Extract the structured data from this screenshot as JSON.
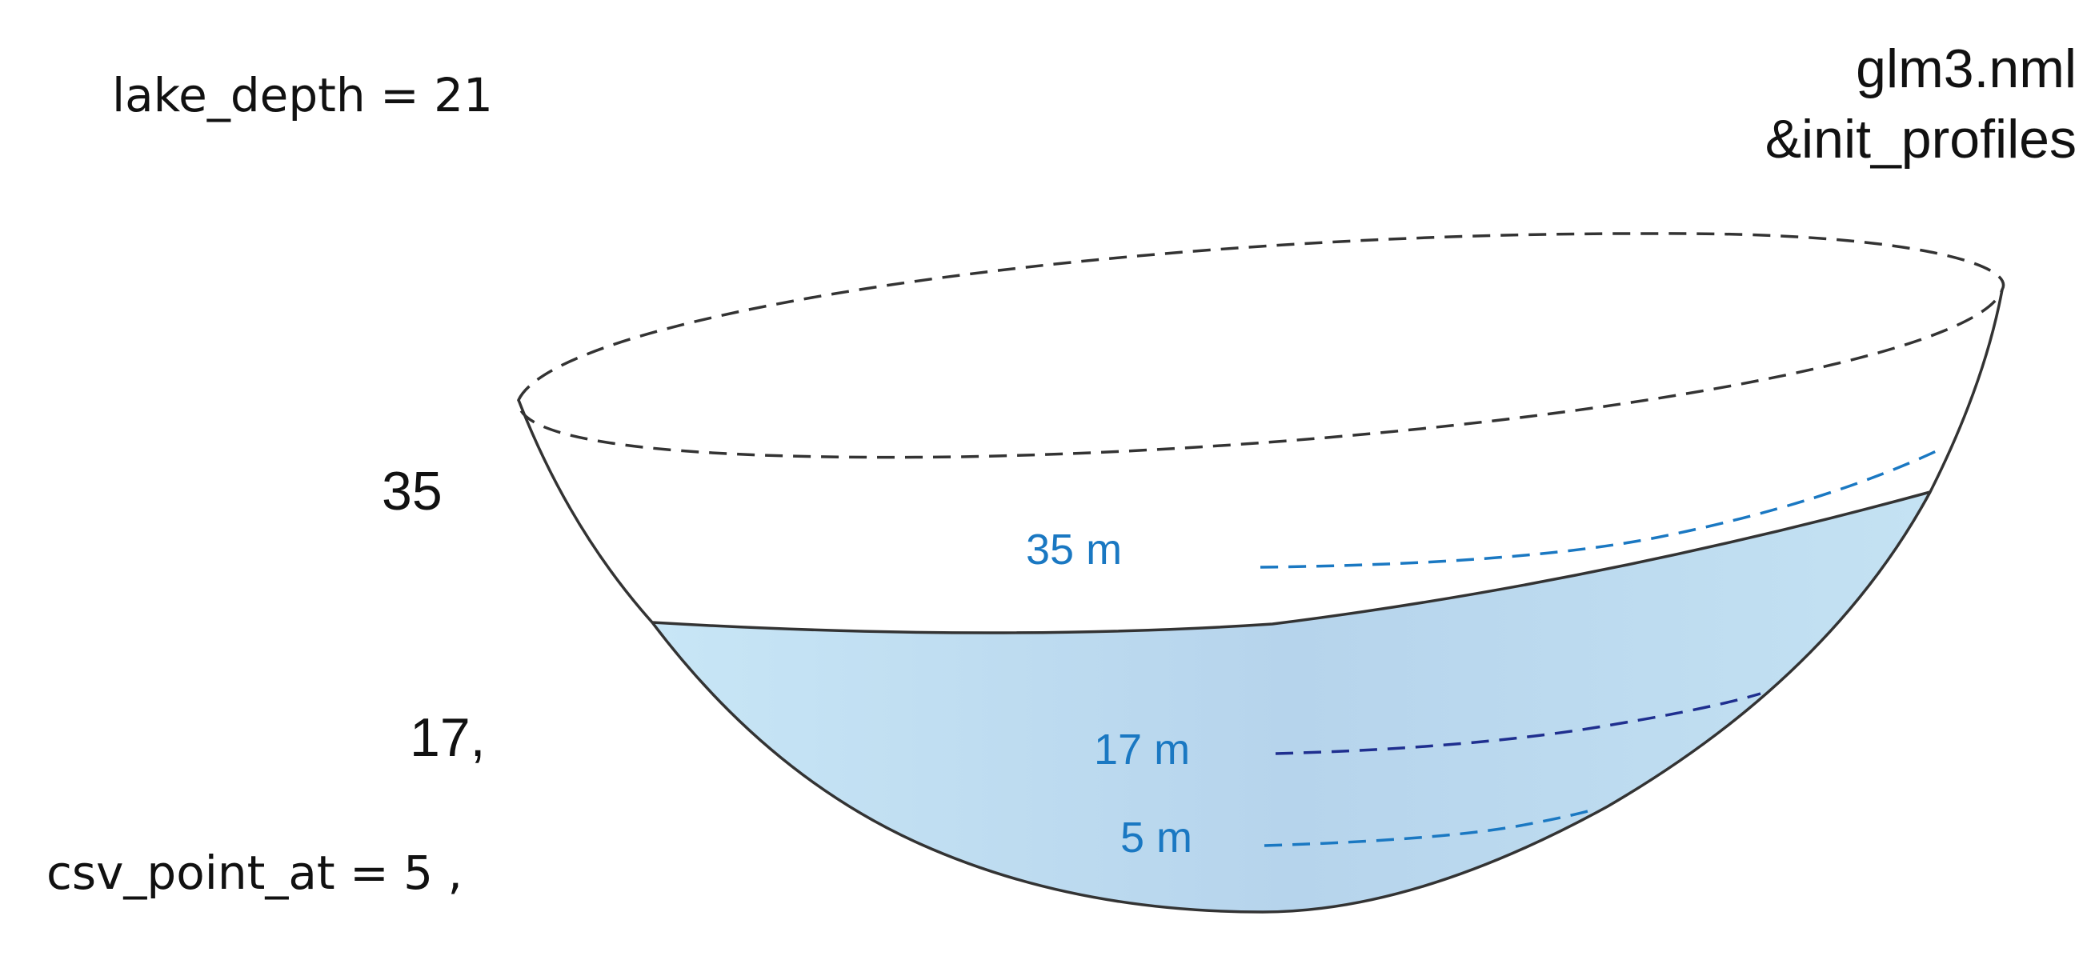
{
  "file": {
    "name": "glm3.nml",
    "block": "&init_profiles"
  },
  "params": {
    "lake_depth": "lake_depth = 21",
    "csv_point_at": "csv_point_at = 5 ,"
  },
  "side_values": {
    "upper": "35",
    "lower": "17,"
  },
  "depth_labels": {
    "d35": "35 m",
    "d17": "17 m",
    "d5": "5 m"
  },
  "colors": {
    "water_light": "#c6e4f5",
    "water_mid": "#b8d6ee",
    "outline": "#333333",
    "depth_line_blue": "#1a78c2",
    "depth_line_navy": "#1f2f8f",
    "depth_text": "#1a78c2"
  }
}
